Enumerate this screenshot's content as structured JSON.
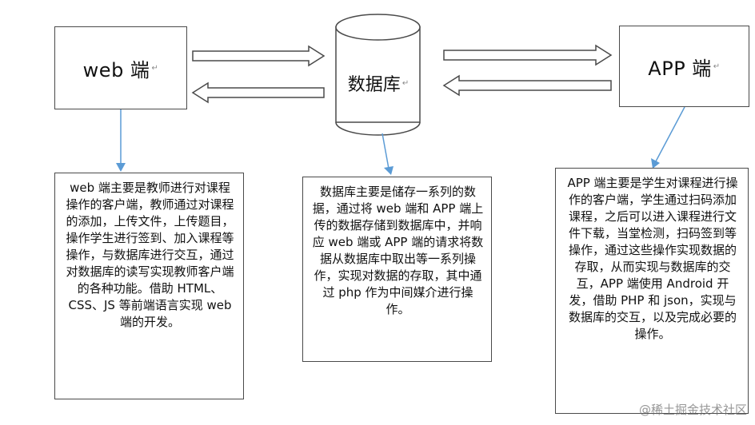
{
  "diagram": {
    "nodes": {
      "web": {
        "label": "web 端",
        "icon": "return-mark-icon"
      },
      "database": {
        "label": "数据库",
        "icon": "return-mark-icon"
      },
      "app": {
        "label": "APP 端",
        "icon": "return-mark-icon"
      }
    },
    "descriptions": {
      "web": "web 端主要是教师进行对课程操作的客户端，教师通过对课程的添加，上传文件，上传题目，操作学生进行签到、加入课程等操作，与数据库进行交互，通过对数据库的读写实现教师客户端的各种功能。借助 HTML、CSS、JS 等前端语言实现 web 端的开发。",
      "database": "数据库主要是储存一系列的数据，通过将 web 端和 APP 端上传的数据存储到数据库中，并响应 web 端或 APP 端的请求将数据从数据库中取出等一系列操作，实现对数据的存取，其中通过 php 作为中间媒介进行操作。",
      "app": "APP 端主要是学生对课程进行操作的客户端，学生通过扫码添加课程，之后可以进入课程进行文件下载，当堂检测，扫码签到等操作，通过这些操作实现数据的存取，从而实现与数据库的交互，APP 端使用 Android 开发，借助 PHP 和 json，实现与数据库的交互，以及完成必要的操作。"
    },
    "watermark": "@稀土掘金技术社区",
    "colors": {
      "box_border": "#4a4a4a",
      "arrow_blue": "#5b9bd5",
      "squiggle_red": "#e53935",
      "squiggle_blue": "#3f51b5",
      "text": "#111111"
    }
  }
}
